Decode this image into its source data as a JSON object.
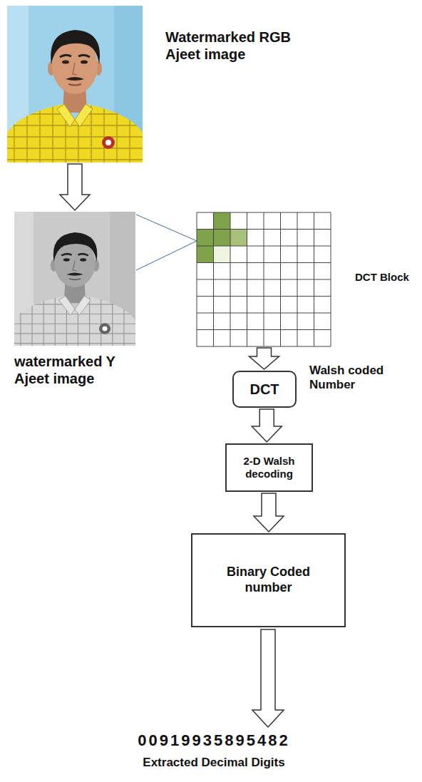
{
  "diagram": {
    "nodes": [
      {
        "text": [
          "Watermarked RGB Ajeet image"
        ]
      },
      {
        "text": [
          "watermarked Y Ajeet image"
        ]
      },
      {
        "text": [
          "DCT Block"
        ]
      },
      {
        "text": [
          "DCT"
        ]
      },
      {
        "text": [
          "2-D Walsh decoding"
        ]
      },
      {
        "text": [
          "Binary Coded number"
        ]
      }
    ],
    "edges": [
      {
        "from": 0,
        "to": 1,
        "arrow": "to"
      },
      {
        "from": 1,
        "to": 2,
        "arrow": "none"
      },
      {
        "from": 2,
        "to": 3,
        "arrow": "to"
      },
      {
        "from": 3,
        "to": 4,
        "arrow": "to"
      },
      {
        "from": 4,
        "to": 5,
        "arrow": "to"
      }
    ],
    "labels": [
      "Walsh coded Number",
      "00919935895482",
      "Extracted Decimal Digits"
    ]
  }
}
